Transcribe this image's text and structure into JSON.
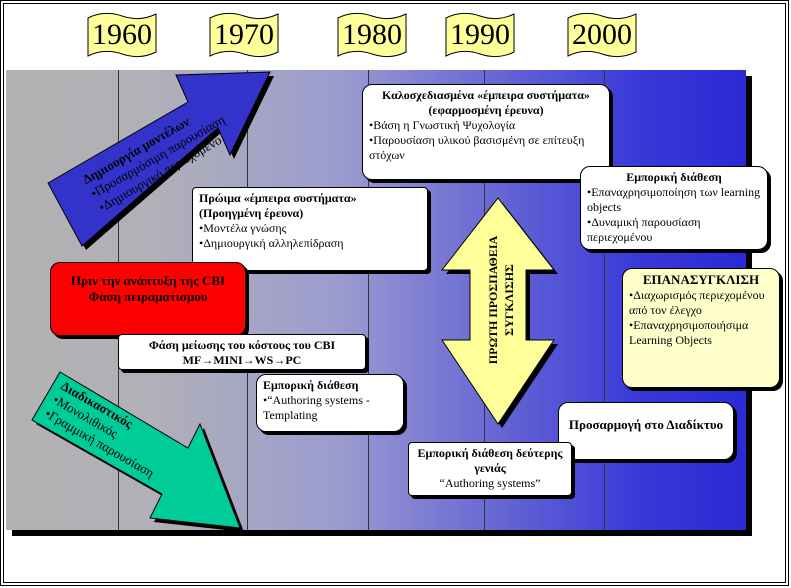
{
  "years": [
    "1960",
    "1970",
    "1980",
    "1990",
    "2000"
  ],
  "arrow_models": {
    "title": "Δημιουργία μοντέλων",
    "items": [
      "•Προσαρμόσιμη παρουσίαση",
      "•Δημιουργικό περιεχόμενο"
    ]
  },
  "arrow_linear": {
    "title": "Διαδικαστικός",
    "items": [
      "•Μονολιθικός",
      "•Γραμμική παρουσίαση"
    ]
  },
  "early_expert": {
    "title": "Πρώιμα «έμπειρα συστήματα» (Προηγμένη έρευνα)",
    "items": [
      "•Μοντέλα γνώσης",
      "•Δημιουργική αλληλεπίδραση"
    ]
  },
  "well_designed": {
    "title": "Καλοσχεδιασμένα «έμπειρα συστήματα» (εφαρμοσμένη έρευνα)",
    "items": [
      "•Βάση η Γνωστική Ψυχολογία",
      "•Παρουσίαση υλικού βασισμένη σε επίτευξη στόχων"
    ]
  },
  "pre_cbi": {
    "lines": [
      "Πριν την ανάπτυξη της CBI",
      "Φαση πειραματισμου"
    ]
  },
  "cost_phase": {
    "title": "Φάση μείωσης του κόστους του CBI",
    "line": "MF→MINI→WS→PC"
  },
  "commercial_1": {
    "title": "Εμπορική διάθεση",
    "items": [
      "•“Authoring systems - Templating"
    ]
  },
  "commercial_2": {
    "title": "Εμπορική διάθεση δεύτερης γενιάς",
    "line": "“Authoring systems”"
  },
  "commercial_3": {
    "title": "Εμπορική διάθεση",
    "items": [
      "•Επαναχρησιμοποίηση των learning objects",
      "•Δυναμική παρουσίαση περιεχομένου"
    ]
  },
  "convergence_arrow": {
    "label": "ΠΡΩΤΗ ΠΡΟΣΠΑΘΕΙΑ ΣΥΓΚΛΙΣΗΣ"
  },
  "web_adapt": {
    "title": "Προσαρμογή στο Διαδίκτυο"
  },
  "reconvergence": {
    "title": "ΕΠΑΝΑΣΥΓΚΛΙΣΗ",
    "items": [
      "•Διαχωρισμός περιεχομένου από τον έλεγχο",
      "•Επαναχρησιμοποιήσιμα Learning Objects"
    ]
  },
  "colors": {
    "year_fill": "#ffff99",
    "models_arrow": "#3333cc",
    "linear_arrow": "#00cc99",
    "pre_cbi": "#ff0000",
    "convergence": "#ffff99",
    "reconvergence": "#ffffcc"
  }
}
